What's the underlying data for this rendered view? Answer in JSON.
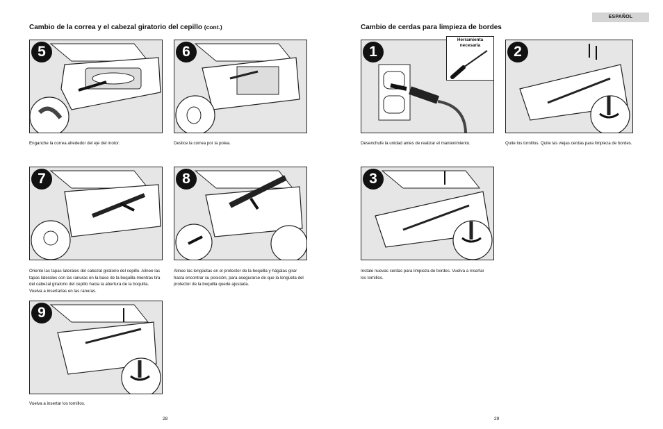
{
  "language_tab": "ESPAÑOL",
  "left_page": {
    "title": "Cambio de la correa y el cabezal giratorio del cepillo",
    "title_suffix": "(cont.)",
    "page_number": "28",
    "steps": [
      {
        "number": "5",
        "caption": "Enganche la correa alrededor del eje del motor."
      },
      {
        "number": "6",
        "caption": "Deslice la correa por la polea."
      },
      {
        "number": "7",
        "caption": "Oriente las tapas laterales del cabezal giratorio del cepillo. Alinee las tapas laterales con las ranuras en la base de la boquilla mientras tira del cabezal giratorio del cepillo hacia la abertura de la boquilla. Vuelva a insertarlas en las ranuras."
      },
      {
        "number": "8",
        "caption": "Alinee las lengüetas en el protector de la boquilla y hágalas girar hasta encontrar su posición, para asegurarse de que la lengüeta del protector de la boquilla quede ajustada."
      },
      {
        "number": "9",
        "caption": "Vuelva a insertar los tornillos."
      }
    ]
  },
  "right_page": {
    "title": "Cambio de cerdas para limpieza de bordes",
    "page_number": "29",
    "tool_label": "Herramienta necesaria",
    "steps": [
      {
        "number": "1",
        "caption": "Desenchufe la unidad antes de realizar el mantenimiento."
      },
      {
        "number": "2",
        "caption": "Quite los tornillos. Quite las viejas cerdas para limpieza de bordes."
      },
      {
        "number": "3",
        "caption": "Instale nuevas cerdas para limpieza de bordes. Vuelva a insertar los tornillos."
      }
    ]
  }
}
